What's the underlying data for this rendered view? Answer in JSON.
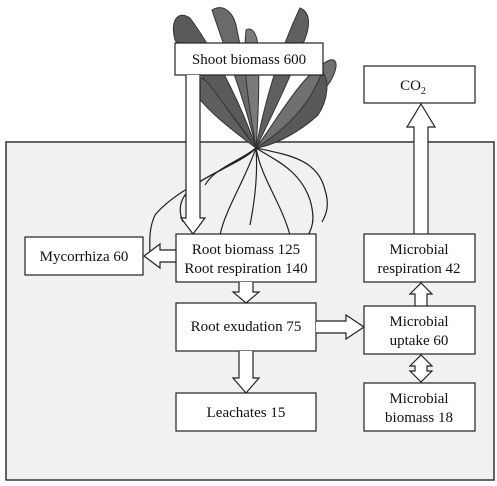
{
  "boxes": {
    "shoot": "Shoot biomass 600",
    "co2_main": "CO",
    "co2_sub": "2",
    "mycorrhiza": "Mycorrhiza 60",
    "root_line1": "Root biomass 125",
    "root_line2": "Root respiration 140",
    "microbial_resp_line1": "Microbial",
    "microbial_resp_line2": "respiration 42",
    "exudation": "Root exudation 75",
    "microbial_uptake_line1": "Microbial",
    "microbial_uptake_line2": "uptake 60",
    "leachates": "Leachates 15",
    "microbial_biomass_line1": "Microbial",
    "microbial_biomass_line2": "biomass 18"
  },
  "colors": {
    "soil": "#f1f1f1",
    "leaf_dark": "#555555",
    "leaf_mid": "#6f6f6f",
    "box_border": "#222222",
    "box_fill": "#ffffff"
  }
}
